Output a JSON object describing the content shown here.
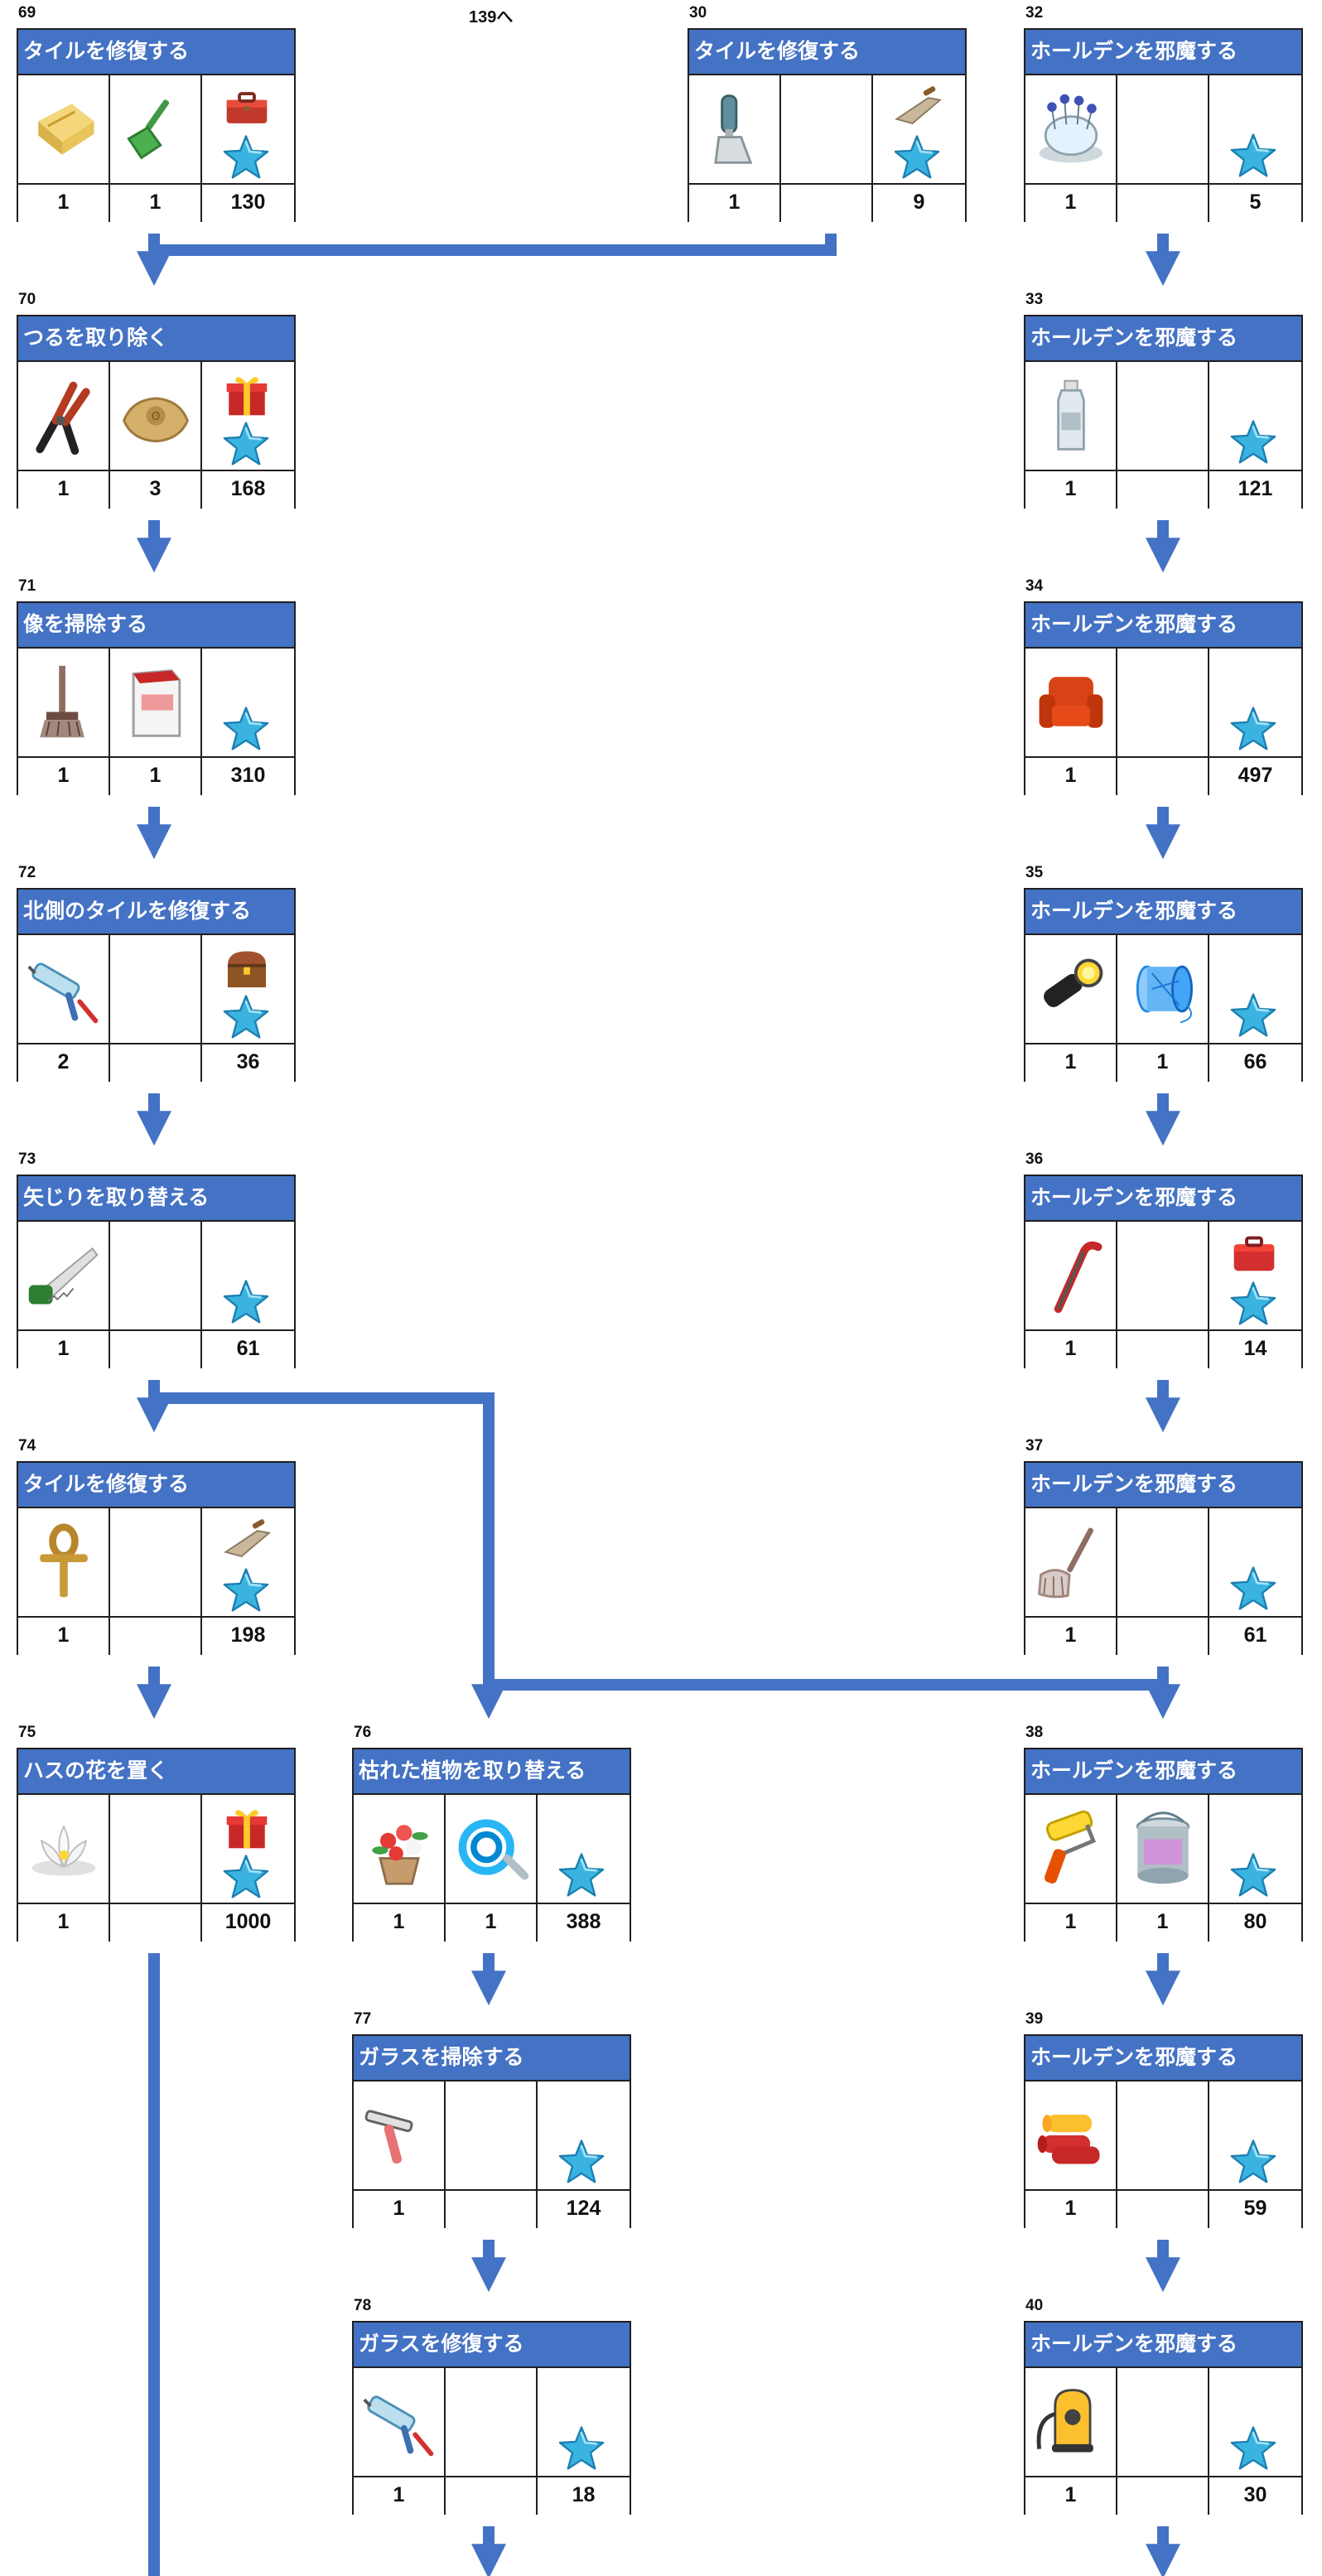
{
  "top_note": "139へ",
  "colors": {
    "header": "#4472c4",
    "arrow": "#4472c4",
    "star": "#3ab3e0"
  },
  "cards": [
    {
      "num": "69",
      "title": "タイルを修復する",
      "items": [
        {
          "icon": "sponge-icon",
          "qty": "1"
        },
        {
          "icon": "shovel-icon",
          "qty": "1"
        }
      ],
      "reward": {
        "icon": "toolbox-icon",
        "qty": "130"
      }
    },
    {
      "num": "30",
      "title": "タイルを修復する",
      "items": [
        {
          "icon": "scraper-icon",
          "qty": "1"
        },
        {
          "icon": "",
          "qty": ""
        }
      ],
      "reward": {
        "icon": "trowel-icon",
        "qty": "9"
      }
    },
    {
      "num": "32",
      "title": "ホールデンを邪魔する",
      "items": [
        {
          "icon": "pincushion-icon",
          "qty": "1"
        },
        {
          "icon": "",
          "qty": ""
        }
      ],
      "reward": {
        "icon": "",
        "qty": "5"
      }
    },
    {
      "num": "70",
      "title": "つるを取り除く",
      "items": [
        {
          "icon": "bolt-cutter-icon",
          "qty": "1"
        },
        {
          "icon": "sack-icon",
          "qty": "3"
        }
      ],
      "reward": {
        "icon": "gift-icon",
        "qty": "168"
      }
    },
    {
      "num": "33",
      "title": "ホールデンを邪魔する",
      "items": [
        {
          "icon": "bottle-icon",
          "qty": "1"
        },
        {
          "icon": "",
          "qty": ""
        }
      ],
      "reward": {
        "icon": "",
        "qty": "121"
      }
    },
    {
      "num": "71",
      "title": "像を掃除する",
      "items": [
        {
          "icon": "broom-icon",
          "qty": "1"
        },
        {
          "icon": "bag-icon",
          "qty": "1"
        }
      ],
      "reward": {
        "icon": "",
        "qty": "310"
      }
    },
    {
      "num": "34",
      "title": "ホールデンを邪魔する",
      "items": [
        {
          "icon": "armchair-icon",
          "qty": "1"
        },
        {
          "icon": "",
          "qty": ""
        }
      ],
      "reward": {
        "icon": "",
        "qty": "497"
      }
    },
    {
      "num": "72",
      "title": "北側のタイルを修復する",
      "items": [
        {
          "icon": "caulk-gun-icon",
          "qty": "2"
        },
        {
          "icon": "",
          "qty": ""
        }
      ],
      "reward": {
        "icon": "chest-icon",
        "qty": "36"
      }
    },
    {
      "num": "35",
      "title": "ホールデンを邪魔する",
      "items": [
        {
          "icon": "flashlight-icon",
          "qty": "1"
        },
        {
          "icon": "thread-spool-icon",
          "qty": "1"
        }
      ],
      "reward": {
        "icon": "",
        "qty": "66"
      }
    },
    {
      "num": "73",
      "title": "矢じりを取り替える",
      "items": [
        {
          "icon": "saw-icon",
          "qty": "1"
        },
        {
          "icon": "",
          "qty": ""
        }
      ],
      "reward": {
        "icon": "",
        "qty": "61"
      }
    },
    {
      "num": "36",
      "title": "ホールデンを邪魔する",
      "items": [
        {
          "icon": "crowbar-icon",
          "qty": "1"
        },
        {
          "icon": "",
          "qty": ""
        }
      ],
      "reward": {
        "icon": "red-toolbox-icon",
        "qty": "14"
      }
    },
    {
      "num": "74",
      "title": "タイルを修復する",
      "items": [
        {
          "icon": "ankh-icon",
          "qty": "1"
        },
        {
          "icon": "",
          "qty": ""
        }
      ],
      "reward": {
        "icon": "trowel-icon",
        "qty": "198"
      }
    },
    {
      "num": "37",
      "title": "ホールデンを邪魔する",
      "items": [
        {
          "icon": "mop-icon",
          "qty": "1"
        },
        {
          "icon": "",
          "qty": ""
        }
      ],
      "reward": {
        "icon": "",
        "qty": "61"
      }
    },
    {
      "num": "75",
      "title": "ハスの花を置く",
      "items": [
        {
          "icon": "lotus-icon",
          "qty": "1"
        },
        {
          "icon": "",
          "qty": ""
        }
      ],
      "reward": {
        "icon": "gift-icon",
        "qty": "1000"
      }
    },
    {
      "num": "76",
      "title": "枯れた植物を取り替える",
      "items": [
        {
          "icon": "flower-pot-icon",
          "qty": "1"
        },
        {
          "icon": "hose-icon",
          "qty": "1"
        }
      ],
      "reward": {
        "icon": "",
        "qty": "388"
      }
    },
    {
      "num": "38",
      "title": "ホールデンを邪魔する",
      "items": [
        {
          "icon": "paint-roller-icon",
          "qty": "1"
        },
        {
          "icon": "paint-can-icon",
          "qty": "1"
        }
      ],
      "reward": {
        "icon": "",
        "qty": "80"
      }
    },
    {
      "num": "77",
      "title": "ガラスを掃除する",
      "items": [
        {
          "icon": "squeegee-icon",
          "qty": "1"
        },
        {
          "icon": "",
          "qty": ""
        }
      ],
      "reward": {
        "icon": "",
        "qty": "124"
      }
    },
    {
      "num": "39",
      "title": "ホールデンを邪魔する",
      "items": [
        {
          "icon": "fabric-rolls-icon",
          "qty": "1"
        },
        {
          "icon": "",
          "qty": ""
        }
      ],
      "reward": {
        "icon": "",
        "qty": "59"
      }
    },
    {
      "num": "78",
      "title": "ガラスを修復する",
      "items": [
        {
          "icon": "caulk-gun-icon",
          "qty": "1"
        },
        {
          "icon": "",
          "qty": ""
        }
      ],
      "reward": {
        "icon": "",
        "qty": "18"
      }
    },
    {
      "num": "40",
      "title": "ホールデンを邪魔する",
      "items": [
        {
          "icon": "vacuum-icon",
          "qty": "1"
        },
        {
          "icon": "",
          "qty": ""
        }
      ],
      "reward": {
        "icon": "",
        "qty": "30"
      }
    }
  ]
}
